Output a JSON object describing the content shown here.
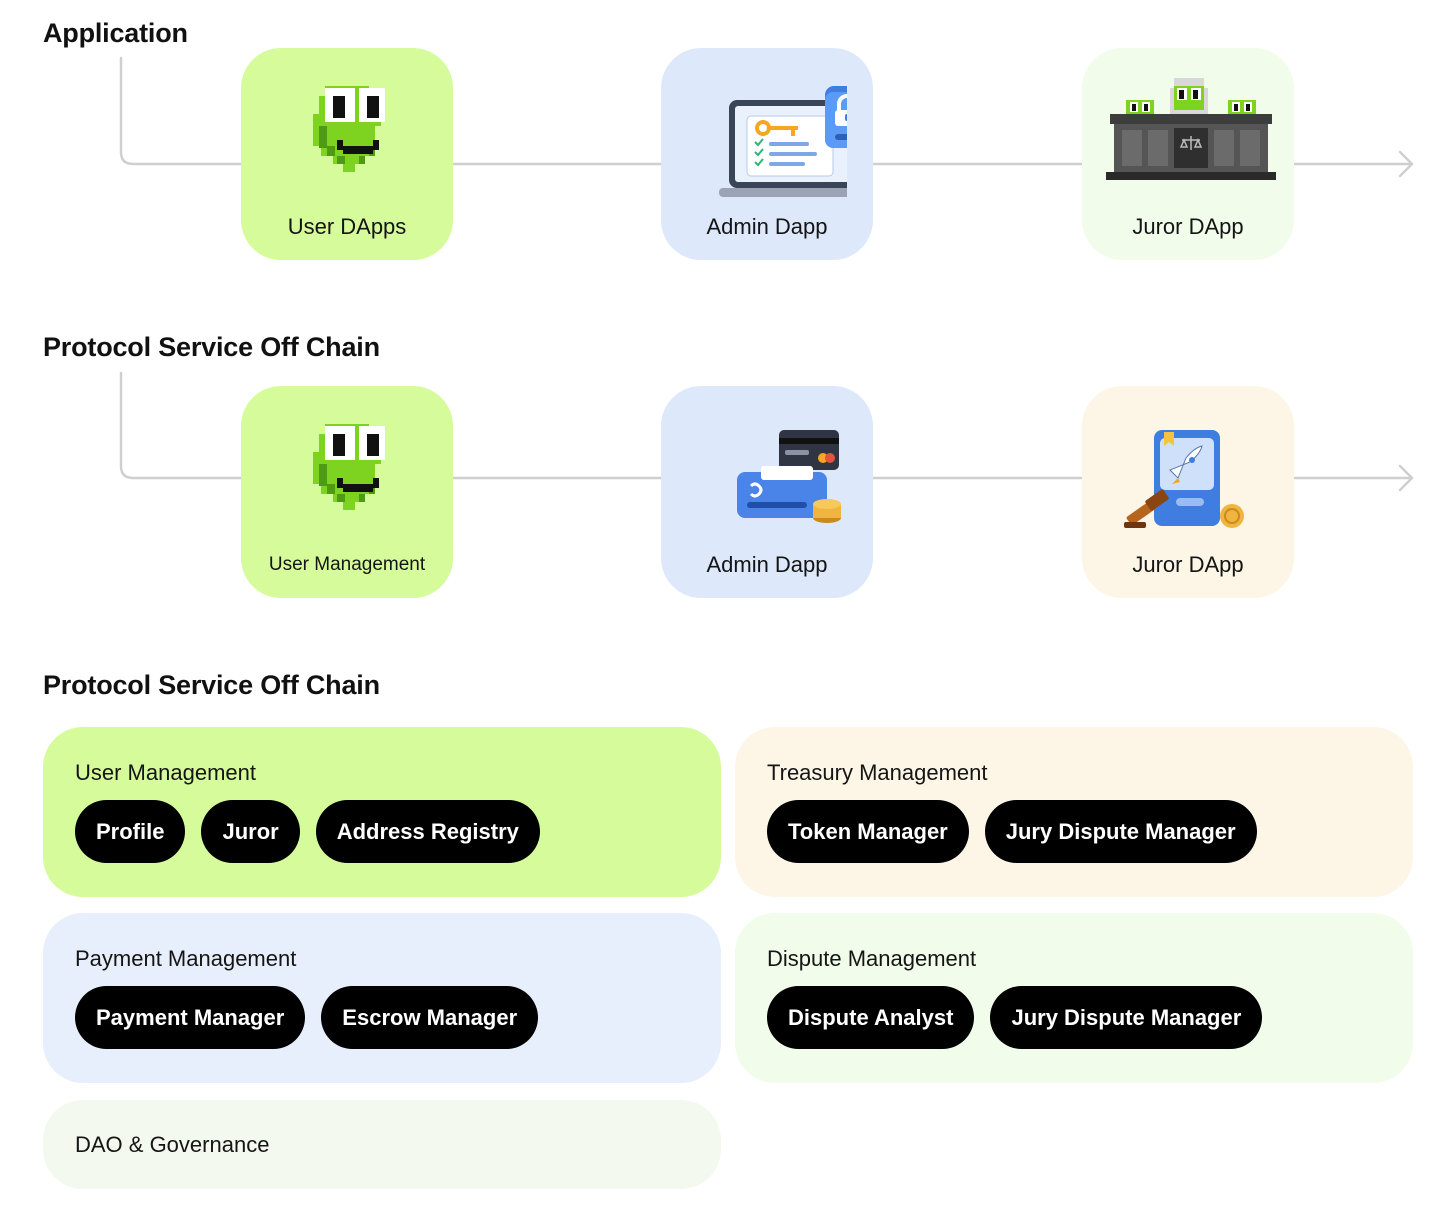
{
  "sections": [
    {
      "title": "Application",
      "cards": [
        {
          "label": "User DApps",
          "icon": "frog-mascot-icon",
          "color": "#d6fb9b"
        },
        {
          "label": "Admin Dapp",
          "icon": "laptop-lock-icon",
          "color": "#dde8fb"
        },
        {
          "label": "Juror DApp",
          "icon": "jury-bench-icon",
          "color": "#f1fcea"
        }
      ]
    },
    {
      "title": "Protocol Service Off Chain",
      "cards": [
        {
          "label": "User Management",
          "icon": "frog-mascot-icon",
          "color": "#d6fb9b"
        },
        {
          "label": "Admin Dapp",
          "icon": "payment-terminal-icon",
          "color": "#dde8fb"
        },
        {
          "label": "Juror DApp",
          "icon": "rocket-gavel-icon",
          "color": "#fdf6e7"
        }
      ]
    }
  ],
  "modules": {
    "title": "Protocol Service Off Chain",
    "groups": [
      {
        "title": "User Management",
        "color": "#d6fb9b",
        "pills": [
          "Profile",
          "Juror",
          "Address Registry"
        ]
      },
      {
        "title": "Treasury Management",
        "color": "#fdf6e7",
        "pills": [
          "Token Manager",
          "Jury Dispute Manager"
        ]
      },
      {
        "title": "Payment Management",
        "color": "#e8effc",
        "pills": [
          "Payment Manager",
          "Escrow Manager"
        ]
      },
      {
        "title": "Dispute Management",
        "color": "#f1fcea",
        "pills": [
          "Dispute Analyst",
          "Jury Dispute Manager"
        ]
      },
      {
        "title": "DAO & Governance",
        "color": "#f3f9ee",
        "pills": []
      }
    ]
  }
}
